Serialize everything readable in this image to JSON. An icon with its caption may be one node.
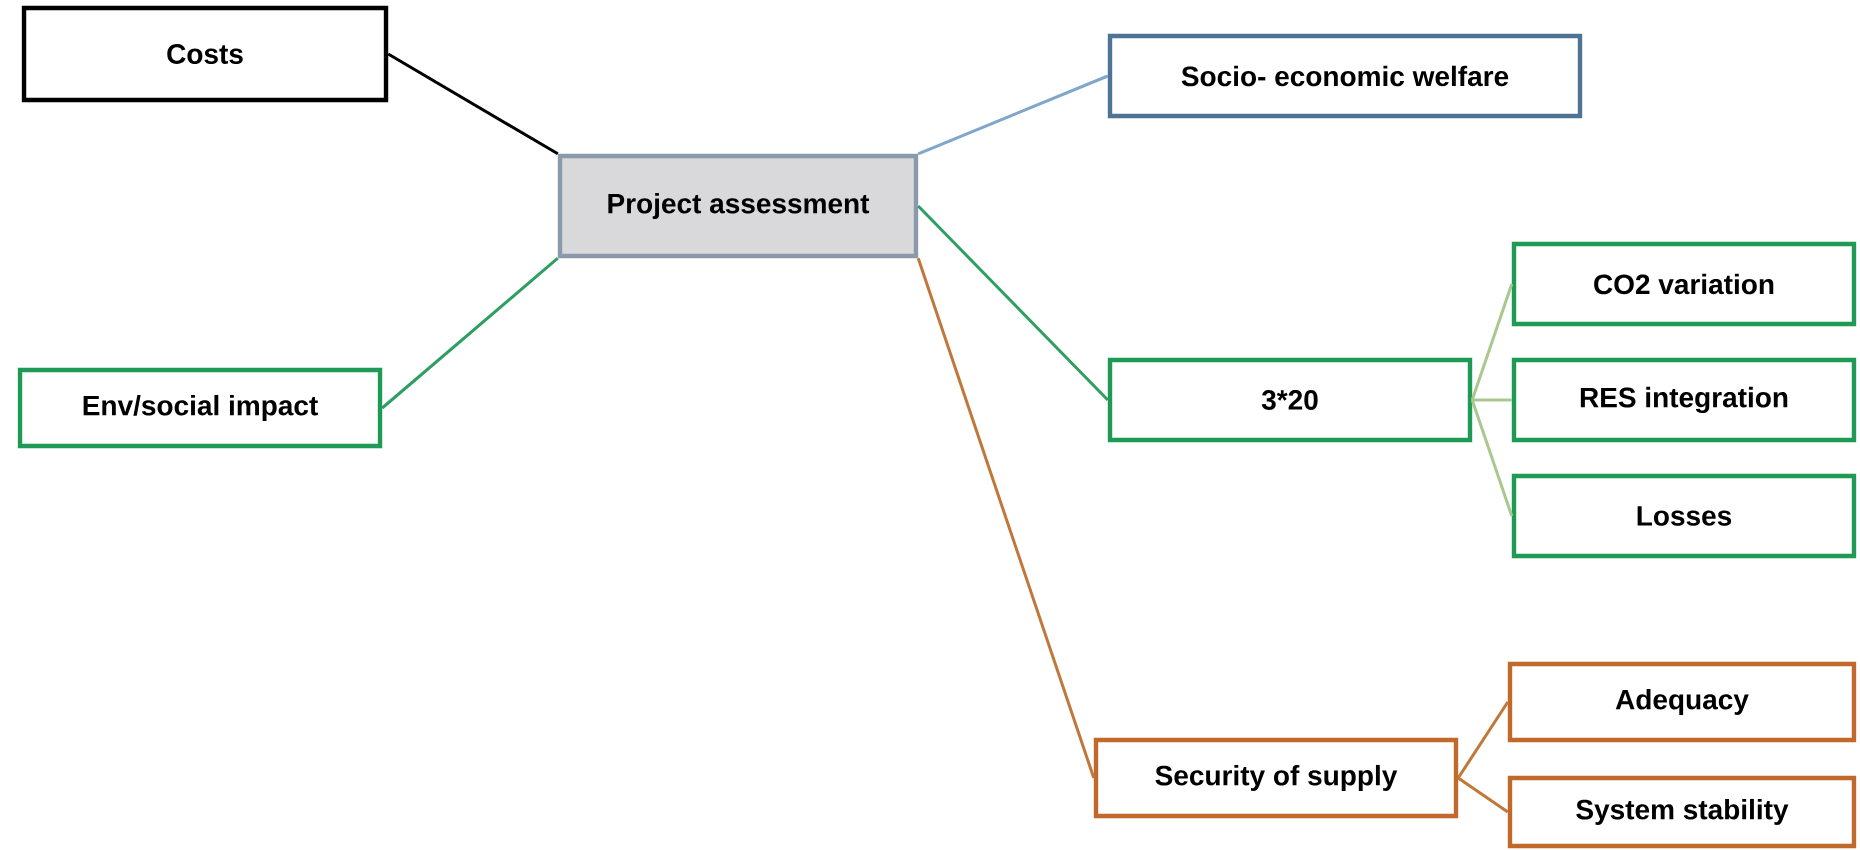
{
  "diagram": {
    "nodes": [
      {
        "text": [
          "Costs"
        ]
      },
      {
        "text": [
          "Project assessment"
        ]
      },
      {
        "text": [
          "Socio- economic welfare"
        ]
      },
      {
        "text": [
          "Env/social impact"
        ]
      },
      {
        "text": [
          "3*20"
        ]
      },
      {
        "text": [
          "CO2 variation"
        ]
      },
      {
        "text": [
          "RES integration"
        ]
      },
      {
        "text": [
          "Losses"
        ]
      },
      {
        "text": [
          "Security of supply"
        ]
      },
      {
        "text": [
          "Adequacy"
        ]
      },
      {
        "text": [
          "System stability"
        ]
      }
    ],
    "edges": [
      {
        "from": 0,
        "to": 1,
        "arrow": "none",
        "color": "#000000"
      },
      {
        "from": 1,
        "to": 2,
        "arrow": "none",
        "color": "#7fa7cc"
      },
      {
        "from": 1,
        "to": 3,
        "arrow": "none",
        "color": "#2f9e62"
      },
      {
        "from": 1,
        "to": 4,
        "arrow": "none",
        "color": "#2f9e62"
      },
      {
        "from": 1,
        "to": 8,
        "arrow": "none",
        "color": "#c0783a"
      },
      {
        "from": 4,
        "to": 5,
        "arrow": "none",
        "color": "#a8c890"
      },
      {
        "from": 4,
        "to": 6,
        "arrow": "none",
        "color": "#a8c890"
      },
      {
        "from": 4,
        "to": 7,
        "arrow": "none",
        "color": "#a8c890"
      },
      {
        "from": 8,
        "to": 9,
        "arrow": "none",
        "color": "#c0783a"
      },
      {
        "from": 8,
        "to": 10,
        "arrow": "none",
        "color": "#c0783a"
      }
    ]
  }
}
